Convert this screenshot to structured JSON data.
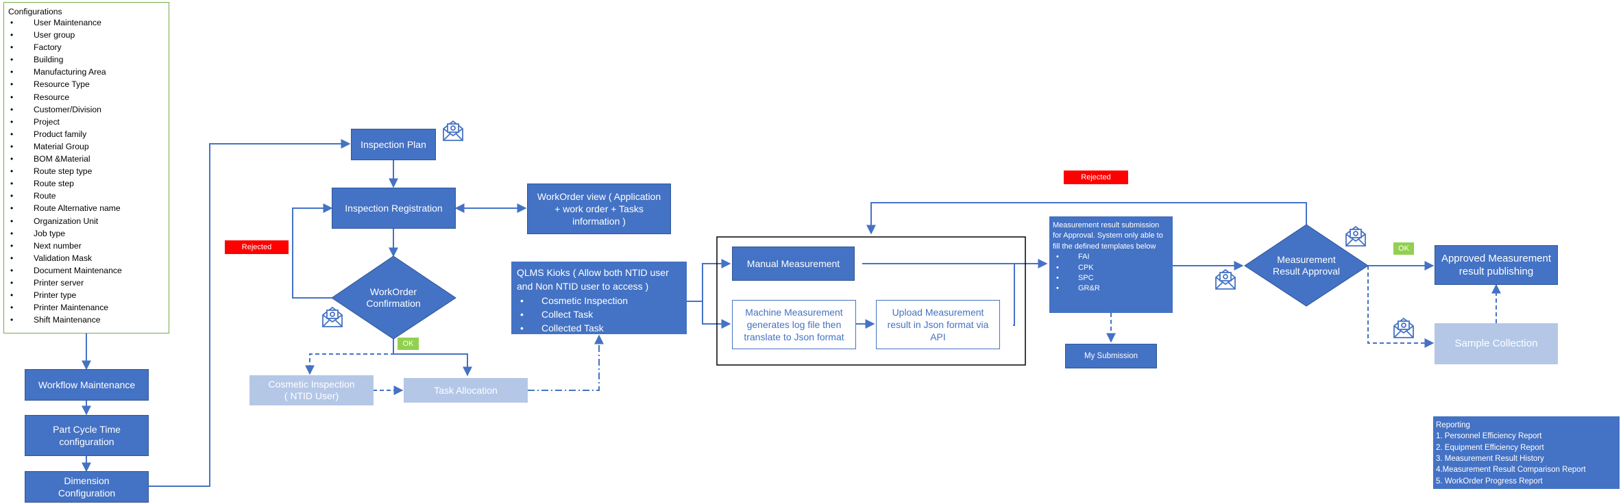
{
  "configurations": {
    "title": "Configurations",
    "items": [
      "User Maintenance",
      "User group",
      "Factory",
      "Building",
      "Manufacturing Area",
      "Resource Type",
      "Resource",
      "Customer/Division",
      "Project",
      "Product family",
      "Material Group",
      "BOM &Material",
      "Route step type",
      "Route step",
      "Route",
      "Route Alternative name",
      "Organization Unit",
      "Job type",
      "Next number",
      "Validation Mask",
      "Document Maintenance",
      "Printer server",
      "Printer type",
      "Printer Maintenance",
      "Shift Maintenance"
    ]
  },
  "nodes": {
    "workflow": "Workflow Maintenance",
    "part_cycle": "Part Cycle Time configuration",
    "dimension": "Dimension Configuration",
    "inspection_plan": "Inspection Plan",
    "inspection_registration": "Inspection Registration",
    "workorder_view": "WorkOrder view ( Application + work order + Tasks information )",
    "workorder_confirmation": "WorkOrder Confirmation",
    "cosmetic_inspection": "Cosmetic Inspection ( NTID User)",
    "task_allocation": "Task Allocation",
    "manual_measurement": "Manual Measurement",
    "machine_measurement": "Machine Measurement generates log file then translate to Json format",
    "upload_measurement": "Upload Measurement result in Json format via API",
    "my_submission": "My Submission",
    "approval": "Measurement Result Approval",
    "approved_publishing": "Approved Measurement result publishing",
    "sample_collection": "Sample Collection"
  },
  "kiosk": {
    "title": "QLMS Kioks ( Allow both NTID user and Non NTID user to access )",
    "items": [
      "Cosmetic Inspection",
      "Collect Task",
      "Collected Task"
    ]
  },
  "submission": {
    "text": "Measurement result submission for Approval. System only able to fill the defined templates below",
    "items": [
      "FAI",
      "CPK",
      "SPC",
      "GR&R"
    ]
  },
  "tags": {
    "rejected_left": "Rejected",
    "rejected_right": "Rejected",
    "ok_left": "OK",
    "ok_right": "OK"
  },
  "reporting": {
    "title": "Reporting",
    "items": [
      "1. Personnel Efficiency Report",
      "2. Equipment Efficiency Report",
      "3. Measurement Result History",
      "4.Measurement Result Comparison Report",
      "5. WorkOrder Progress Report"
    ]
  },
  "colors": {
    "node": "#4472c4",
    "node_border": "#2f5597",
    "pale_node": "#b4c7e7",
    "rejected": "#ff0000",
    "ok": "#92d050",
    "config_border": "#70ad47"
  }
}
